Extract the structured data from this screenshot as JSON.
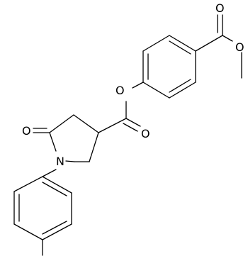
{
  "molecule": {
    "atom_labels": {
      "ketone_oxygen": "O",
      "ring_nitrogen": "N",
      "ester_single_oxygen": "O",
      "ester_carbonyl_oxygen": "O",
      "methyl_ester_carbonyl_oxygen": "O",
      "methyl_ester_single_oxygen": "O"
    }
  }
}
